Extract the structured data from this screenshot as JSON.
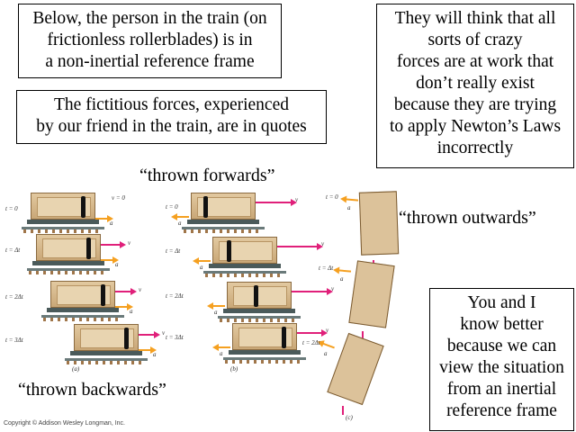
{
  "boxes": {
    "noninertial": [
      "Below, the person in the train (on",
      "frictionless rollerblades) is in",
      "a non-inertial reference frame"
    ],
    "fictitious": [
      "The fictitious forces, experienced",
      "by our friend in the train, are in quotes"
    ],
    "crazy_forces": [
      "They will think that all",
      "sorts of crazy",
      "forces are at work that",
      "don’t really exist",
      "because they are trying",
      "to apply Newton’s Laws",
      "incorrectly"
    ],
    "know_better": [
      "You and I",
      "know better",
      "because we can",
      "view the situation",
      "from an inertial",
      "reference frame"
    ]
  },
  "captions": {
    "forwards": "“thrown forwards”",
    "backwards": "“thrown backwards”",
    "outwards": "“thrown outwards”"
  },
  "figure": {
    "time_labels": [
      "t = 0",
      "t = Δt",
      "t = 2Δt",
      "t = 3Δt"
    ],
    "panel_labels": [
      "(a)",
      "(b)",
      "(c)"
    ],
    "v_zero": "v = 0",
    "v_label": "v",
    "a_label": "a",
    "copyright": "Copyright © Addison Wesley Longman, Inc."
  },
  "colors": {
    "velocity": "#e0207a",
    "acceleration": "#f5a020"
  }
}
